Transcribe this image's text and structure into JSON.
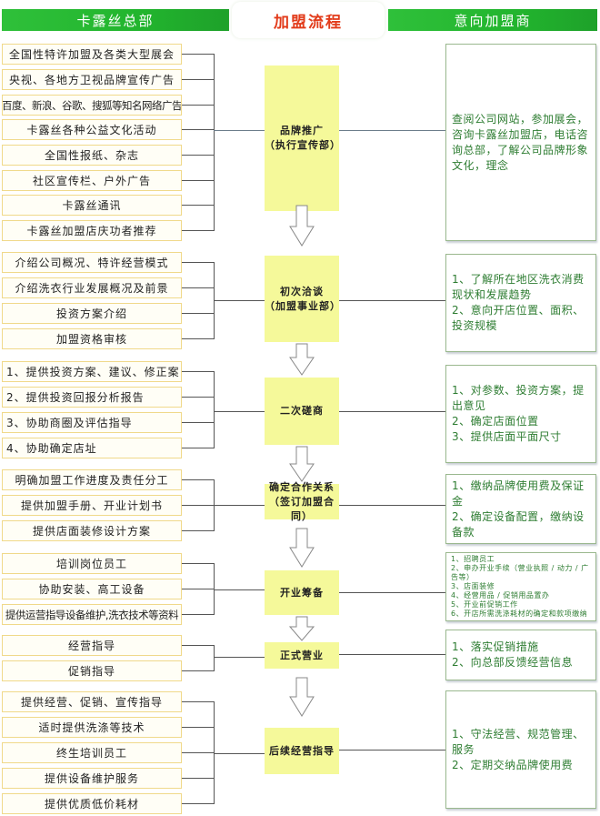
{
  "header": {
    "left_title": "卡露丝总部",
    "center_title": "加盟流程",
    "right_title": "意向加盟商",
    "header_color": "#22b52e",
    "title_color": "#e23b1a"
  },
  "stages": [
    {
      "name": "品牌推广",
      "sub": "（执行宣传部）",
      "hq_items": [
        "全国性特许加盟及各类大型展会",
        "央视、各地方卫视品牌宣传广告",
        "百度、新浪、谷歌、搜狐等知名网络广告",
        "卡露丝各种公益文化活动",
        "全国性报纸、杂志",
        "社区宣传栏、户外广告",
        "卡露丝通讯",
        "卡露丝加盟店庆功者推荐"
      ],
      "franchisee_text": "查阅公司网站，参加展会，咨询卡露丝加盟店，电话咨询总部，了解公司品牌形象文化，理念"
    },
    {
      "name": "初次洽谈",
      "sub": "（加盟事业部）",
      "hq_items": [
        "介绍公司概况、特许经营模式",
        "介绍洗衣行业发展概况及前景",
        "投资方案介绍",
        "加盟资格审核"
      ],
      "franchisee_text": "1、了解所在地区洗衣消费现状和发展趋势\n2、意向开店位置、面积、投资规模"
    },
    {
      "name": "二次磋商",
      "sub": "",
      "hq_items": [
        "1、提供投资方案、建议、修正案",
        "2、提供投资回报分析报告",
        "3、协助商圈及评估指导",
        "4、协助确定店址"
      ],
      "franchisee_text": "1、对参数、投资方案，提出意见\n2、确定店面位置\n3、提供店面平面尺寸"
    },
    {
      "name": "确定合作关系",
      "sub": "（签订加盟合同）",
      "hq_items": [
        "明确加盟工作进度及责任分工",
        "提供加盟手册、开业计划书",
        "提供店面装修设计方案"
      ],
      "franchisee_text": "1、缴纳品牌使用费及保证金\n2、确定设备配置，缴纳设备款"
    },
    {
      "name": "开业筹备",
      "sub": "",
      "hq_items": [
        "培训岗位员工",
        "协助安装、高工设备",
        "提供运营指导设备维护,洗衣技术等资料"
      ],
      "franchisee_text": "1、招聘员工\n2、申办开业手续（营业执照 / 动力 / 广告等）\n3、店面装修\n4、经营用品 / 促销用品置办\n5、开业前促销工作\n6、开店所需洗涤耗材的确定和款项缴纳"
    },
    {
      "name": "正式营业",
      "sub": "",
      "hq_items": [
        "经营指导",
        "促销指导"
      ],
      "franchisee_text": "1、落实促销措施\n2、向总部反馈经营信息"
    },
    {
      "name": "后续经营指导",
      "sub": "",
      "hq_items": [
        "提供经营、促销、宣传指导",
        "适时提供洗涤等技术",
        "终生培训员工",
        "提供设备维护服务",
        "提供优质低价耗材"
      ],
      "franchisee_text": "1、守法经营、规范管理、服务\n2、定期交纳品牌使用费"
    }
  ]
}
